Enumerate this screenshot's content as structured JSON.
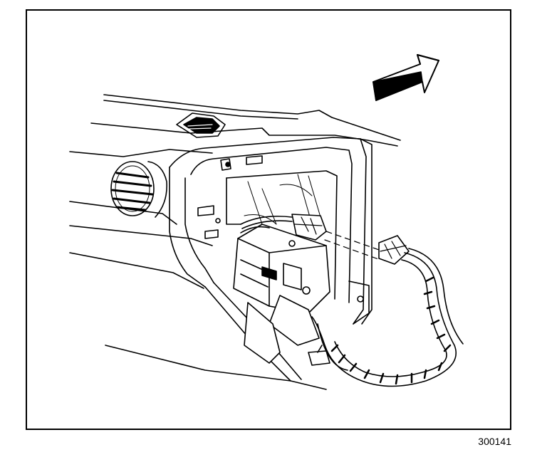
{
  "figure": {
    "id_label": "300141",
    "line_color": "#000000",
    "background_color": "#ffffff"
  },
  "parts": {
    "direction_arrow": "arrow-icon",
    "dashboard": "instrument-panel",
    "air_vent": "vent-grille",
    "defrost_vent": "defrost-outlet",
    "module": "electrical-module",
    "connector_female": "harness-connector",
    "connector_male": "mating-connector",
    "harness": "wiring-harness"
  }
}
